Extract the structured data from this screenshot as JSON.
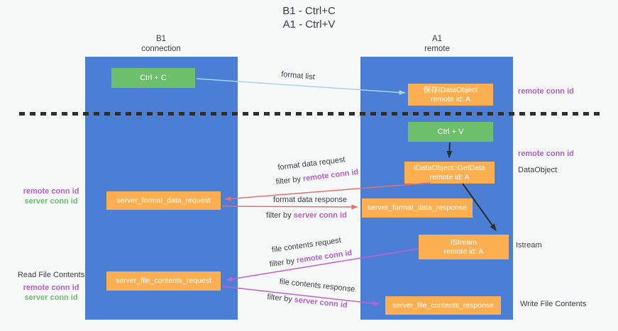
{
  "title": {
    "line1": "B1 - Ctrl+C",
    "line2": "A1 - Ctrl+V"
  },
  "lanes": {
    "left": {
      "name": "B1",
      "subtitle": "connection"
    },
    "right": {
      "name": "A1",
      "subtitle": "remote"
    }
  },
  "nodes": {
    "ctrl_c": {
      "label": "Ctrl + C"
    },
    "ctrl_v": {
      "label": "Ctrl + V"
    },
    "saved_idataobject": {
      "line1": "保存IDataObject",
      "line2": "remote id: A"
    },
    "idataobject_getdata": {
      "line1": "IDataObject::GetData",
      "line2": "remote id: A"
    },
    "istream": {
      "line1": "IStream",
      "line2": "remote id: A"
    },
    "server_format_data_request": {
      "label": "server_format_data_request"
    },
    "server_format_data_response": {
      "label": "server_format_data_response"
    },
    "server_file_contents_request": {
      "label": "server_file_contents_request"
    },
    "server_file_contents_response": {
      "label": "server_file_contents_response"
    }
  },
  "arrow_labels": {
    "format_list": "format list",
    "format_data_request": "format data request",
    "format_data_response": "format data response",
    "file_contents_request": "file contents request",
    "file_contents_response": "file contents response",
    "filter_prefix": "filter by"
  },
  "conn_ids": {
    "remote": "remote conn id",
    "server": "server conn id"
  },
  "side_labels": {
    "dataobject": "DataObject",
    "istream": "Istream",
    "read_file_contents": "Read File Contents",
    "write_file_contents": "Write File Contents"
  },
  "colors": {
    "lane_blue": "#4a7fd5",
    "node_green": "#6cbf6b",
    "node_orange": "#fbaf51",
    "arrow_salmon": "#e57070",
    "arrow_magenta": "#c45fd0",
    "arrow_lightblue": "#a9d3f2",
    "arrow_black": "#2e2e2e",
    "text_purple": "#b35fce",
    "text_green": "#6abf6e",
    "text_dark": "#3c4043"
  }
}
